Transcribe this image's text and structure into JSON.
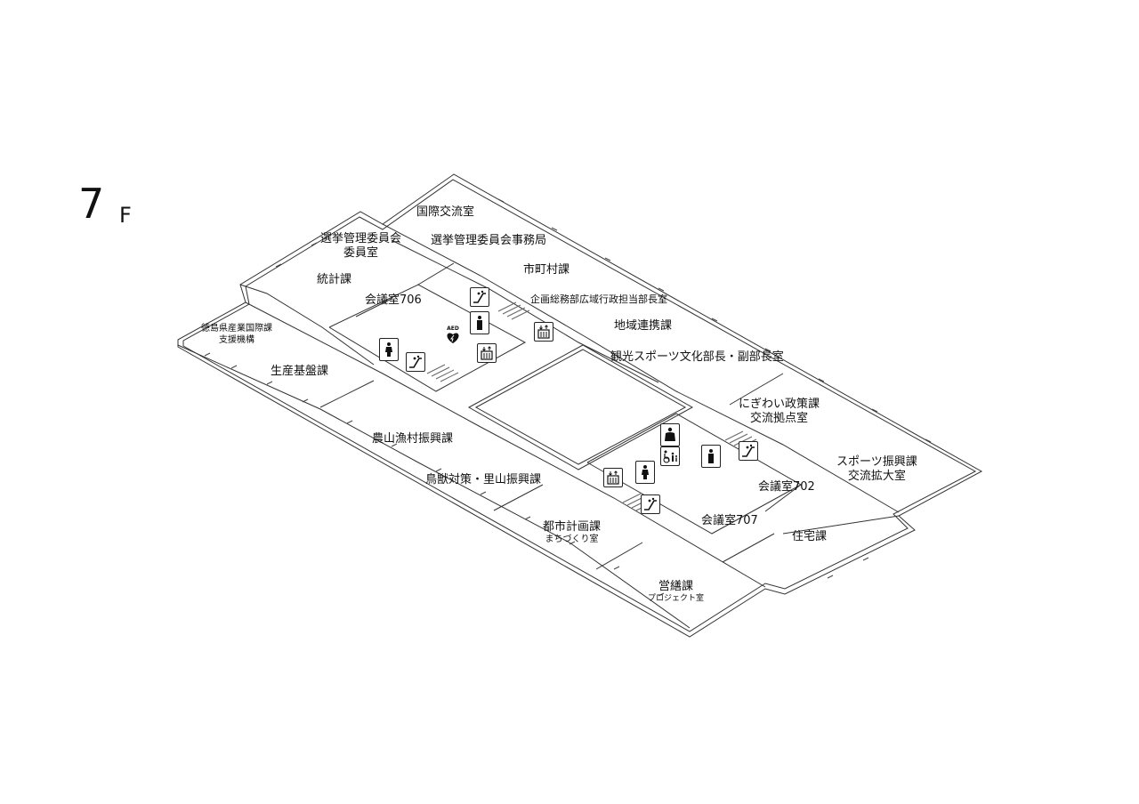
{
  "floor": {
    "number": "7",
    "unit": "F"
  },
  "rooms": [
    {
      "id": "kokusai",
      "label": "国際交流室"
    },
    {
      "id": "senkyo-iin",
      "label": "選挙管理委員会",
      "sub": "委員室"
    },
    {
      "id": "senkyo-jimu",
      "label": "選挙管理委員会事務局"
    },
    {
      "id": "shichoson",
      "label": "市町村課"
    },
    {
      "id": "tokei",
      "label": "統計課"
    },
    {
      "id": "kaigi706",
      "label": "会議室706"
    },
    {
      "id": "kikaku",
      "label": "企画総務部広域行政担当部長室"
    },
    {
      "id": "tokushima-sangyo",
      "label": "徳島県産業国際課",
      "sub": "支援機構"
    },
    {
      "id": "chiiki",
      "label": "地域連携課"
    },
    {
      "id": "kanko",
      "label": "観光スポーツ文化部長・副部長室"
    },
    {
      "id": "seisan",
      "label": "生産基盤課"
    },
    {
      "id": "nigiwai",
      "label": "にぎわい政策課",
      "sub": "交流拠点室"
    },
    {
      "id": "noson",
      "label": "農山漁村振興課"
    },
    {
      "id": "sports",
      "label": "スポーツ振興課",
      "sub": "交流拡大室"
    },
    {
      "id": "chouju",
      "label": "鳥獣対策・里山振興課"
    },
    {
      "id": "kaigi702",
      "label": "会議室702"
    },
    {
      "id": "kaigi707",
      "label": "会議室707"
    },
    {
      "id": "toshi",
      "label": "都市計画課",
      "sub": "まちづくり室"
    },
    {
      "id": "jutaku",
      "label": "住宅課"
    },
    {
      "id": "eizen",
      "label": "営繕課",
      "sub": "プロジェクト室"
    }
  ],
  "facilities": {
    "aed_label": "AED"
  }
}
